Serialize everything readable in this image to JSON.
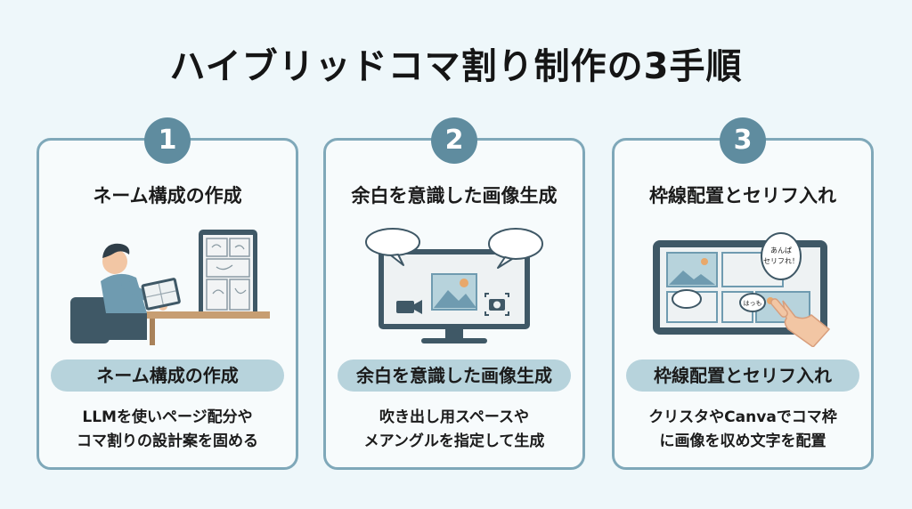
{
  "title": "ハイブリッドコマ割り制作の3手順",
  "steps": [
    {
      "number": "1",
      "heading": "ネーム構成の作成",
      "pill": "ネーム構成の作成",
      "desc_lines": [
        "LLMを使いページ配分や",
        "コマ割りの設計案を固める"
      ],
      "icons": [
        "person-at-desk-icon",
        "tablet-storyboard-icon"
      ]
    },
    {
      "number": "2",
      "heading": "余白を意識した画像生成",
      "pill": "余白を意識した画像生成",
      "desc_lines": [
        "吹き出し用スペースや",
        "メアングルを指定して生成"
      ],
      "icons": [
        "monitor-icon",
        "image-icon",
        "video-camera-icon",
        "camera-icon",
        "speech-bubble-icon"
      ]
    },
    {
      "number": "3",
      "heading": "枠線配置とセリフ入れ",
      "pill": "枠線配置とセリフ入れ",
      "desc_lines": [
        "クリスタやCanvaでコマ枠",
        "に画像を収め文字を配置"
      ],
      "icons": [
        "tablet-comic-panels-icon",
        "pointing-hand-icon",
        "speech-bubble-icon"
      ],
      "bubble_texts": [
        "あんぱ",
        "セリフれ！",
        "はっも"
      ]
    }
  ],
  "colors": {
    "background": "#eef7fa",
    "card_border": "#7fa8b9",
    "badge": "#5f8c9f",
    "pill": "#b7d3dc",
    "device_dark": "#3f5866",
    "accent_orange": "#e8a86b"
  }
}
